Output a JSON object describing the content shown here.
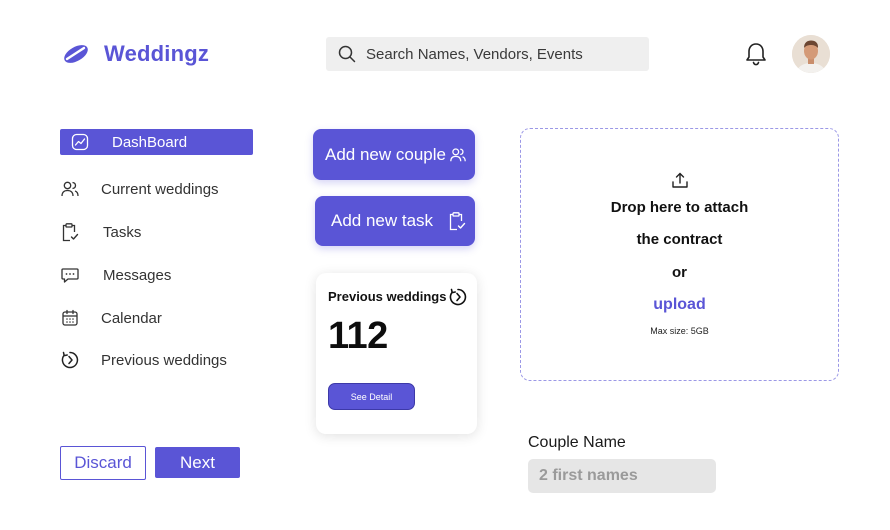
{
  "brand": {
    "name": "Weddingz",
    "accent": "#5a55d6"
  },
  "header": {
    "search_placeholder": "Search Names, Vendors, Events",
    "notification_icon": "bell-icon",
    "avatar_icon": "user-avatar"
  },
  "sidebar": {
    "items": [
      {
        "label": "DashBoard",
        "icon": "chart-line-icon",
        "active": true
      },
      {
        "label": "Current weddings",
        "icon": "users-icon"
      },
      {
        "label": "Tasks",
        "icon": "clipboard-check-icon"
      },
      {
        "label": "Messages",
        "icon": "chat-bubble-icon"
      },
      {
        "label": "Calendar",
        "icon": "calendar-icon"
      },
      {
        "label": "Previous weddings",
        "icon": "history-icon"
      }
    ]
  },
  "actions": {
    "add_couple": {
      "label": "Add new couple",
      "icon": "users-icon"
    },
    "add_task": {
      "label": "Add new task",
      "icon": "clipboard-check-icon"
    }
  },
  "previous_card": {
    "title": "Previous weddings",
    "count": "112",
    "button_label": "See Detail",
    "icon": "history-icon"
  },
  "dropzone": {
    "icon": "upload-icon",
    "line1": "Drop here to attach",
    "line2": "the contract",
    "or": "or",
    "upload": "upload",
    "max_size": "Max size: 5GB"
  },
  "form": {
    "couple_label": "Couple Name",
    "couple_placeholder": "2 first names",
    "discard_label": "Discard",
    "next_label": "Next"
  }
}
